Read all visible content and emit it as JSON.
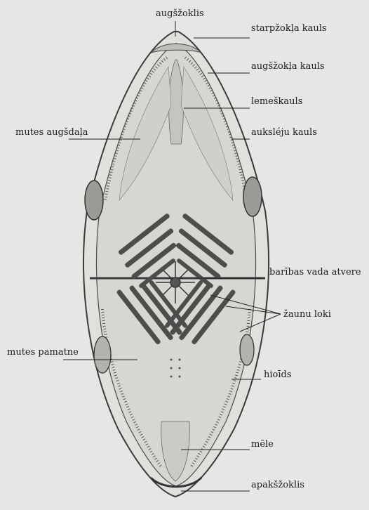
{
  "labels": {
    "upper_jaw": "augšžoklis",
    "intermaxillary_bone": "starpžokļa kauls",
    "maxillary_bone": "augšžokļa kauls",
    "vomer": "lemeškauls",
    "palatine_bone": "auksléju kauls",
    "mouth_roof": "mutes augšdaļa",
    "esophagus_opening": "barības vada atvere",
    "gill_arches": "žaunu loki",
    "mouth_floor": "mutes pamatne",
    "hyoid": "hioīds",
    "tongue": "mēle",
    "lower_jaw": "apakšžoklis"
  }
}
